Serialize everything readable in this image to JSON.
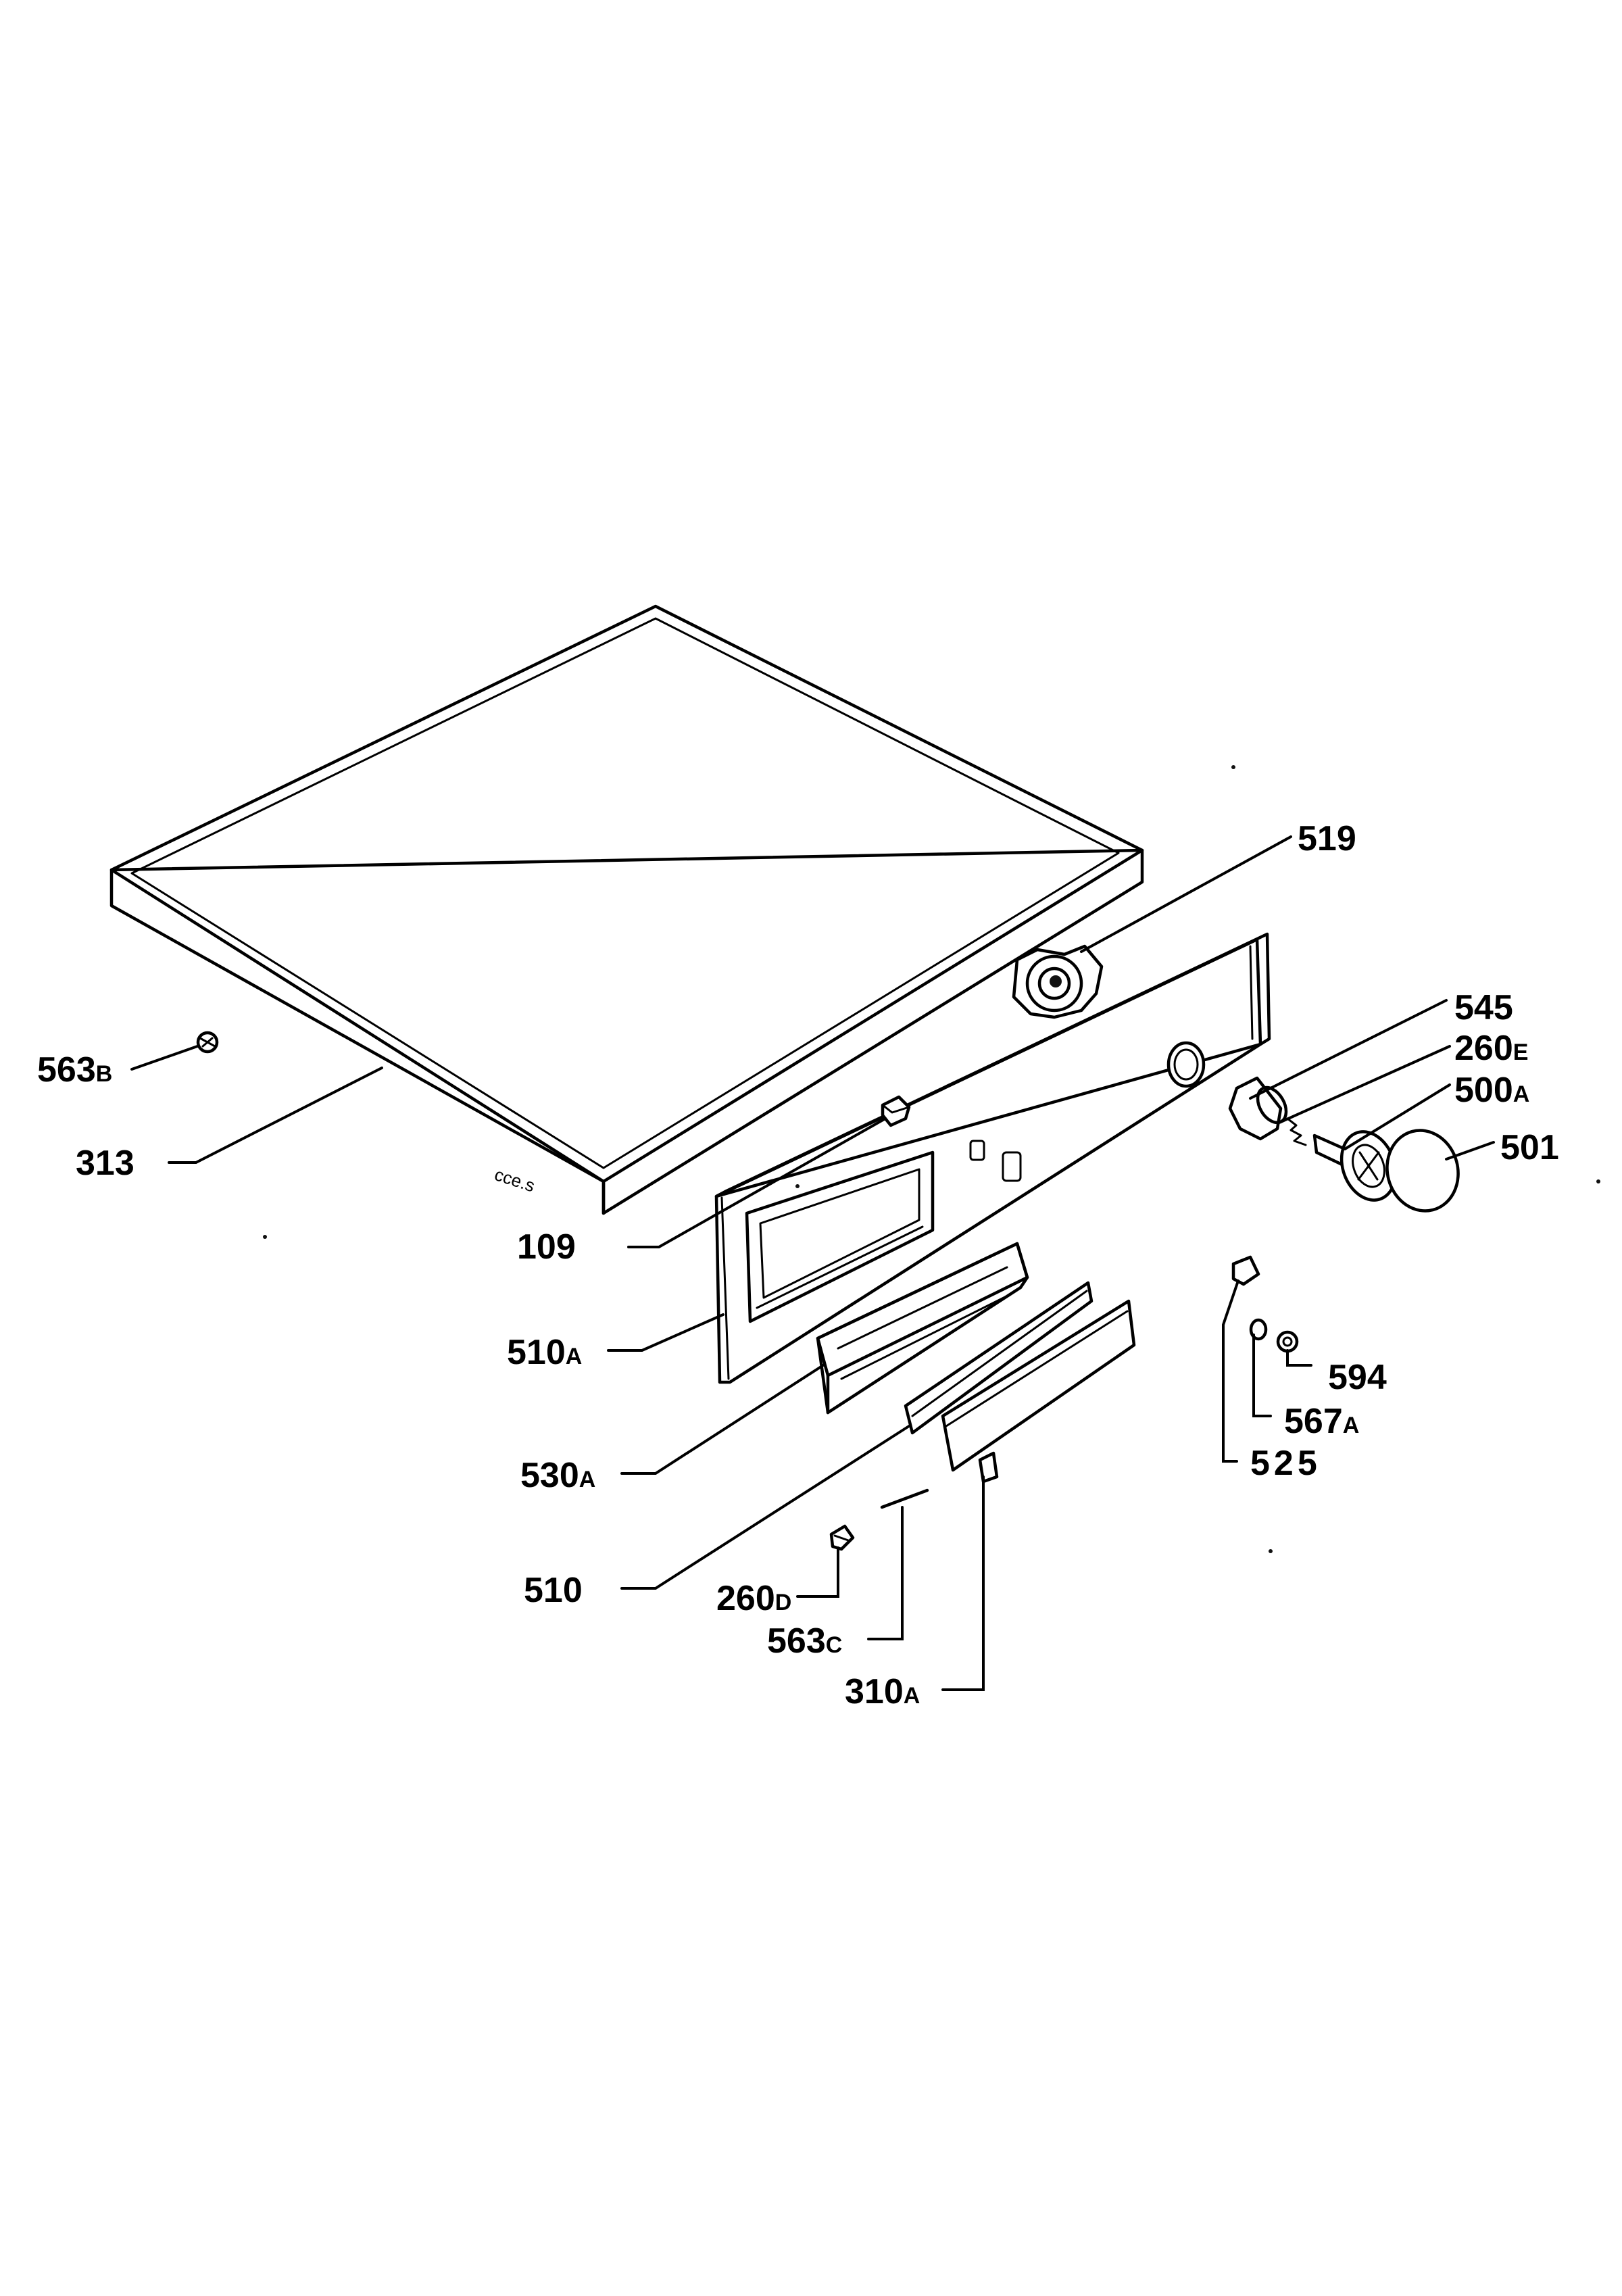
{
  "diagram": {
    "labels": [
      {
        "id": "519",
        "num": "519",
        "suffix": ""
      },
      {
        "id": "545",
        "num": "545",
        "suffix": ""
      },
      {
        "id": "260E",
        "num": "260",
        "suffix": "E"
      },
      {
        "id": "500A",
        "num": "500",
        "suffix": "A"
      },
      {
        "id": "501",
        "num": "501",
        "suffix": ""
      },
      {
        "id": "563B",
        "num": "563",
        "suffix": "B"
      },
      {
        "id": "313",
        "num": "313",
        "suffix": ""
      },
      {
        "id": "109",
        "num": "109",
        "suffix": ""
      },
      {
        "id": "510A",
        "num": "510",
        "suffix": "A"
      },
      {
        "id": "530A",
        "num": "530",
        "suffix": "A"
      },
      {
        "id": "510",
        "num": "510",
        "suffix": ""
      },
      {
        "id": "260D",
        "num": "260",
        "suffix": "D"
      },
      {
        "id": "563C",
        "num": "563",
        "suffix": "C"
      },
      {
        "id": "310A",
        "num": "310",
        "suffix": "A"
      },
      {
        "id": "594",
        "num": "594",
        "suffix": ""
      },
      {
        "id": "567A",
        "num": "567",
        "suffix": "A"
      },
      {
        "id": "525",
        "num": "525",
        "suffix": ""
      }
    ],
    "scribble_text": "cce.s"
  }
}
